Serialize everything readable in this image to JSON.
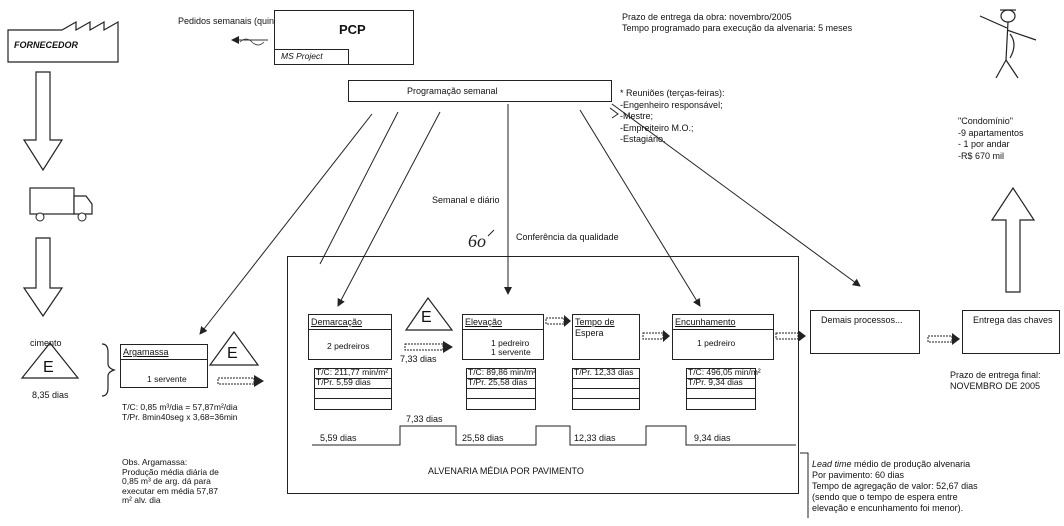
{
  "top": {
    "fornecedor": "FORNECEDOR",
    "pedidos": "Pedidos semanais (quintas-feiras)",
    "pcp": "PCP",
    "ms_project": "MS Project",
    "programacao": "Programação semanal",
    "prazo_obra": "Prazo de entrega da obra: novembro/2005",
    "tempo_prog": "Tempo programado para execução da alvenaria: 5 meses"
  },
  "reunioes": {
    "title": "* Reuniões (terças-feiras):",
    "items": [
      "-Engenheiro responsável;",
      "-Mestre;",
      "-Empreiteiro M.O.;",
      "-Estagiário."
    ]
  },
  "condominio": {
    "lines": [
      "\"Condomínio\"",
      "-9 apartamentos",
      "- 1 por andar",
      "-R$ 670 mil"
    ]
  },
  "middle": {
    "semanal_diario": "Semanal e diário",
    "conferencia": "Conferência da qualidade",
    "cimento": "cimento",
    "estoque_letter": "E",
    "estoque_cimento_dias": "8,35 dias",
    "estoque_demarcacao_dias": "7,33 dias",
    "timeline_top": "7,33 dias",
    "alvenaria_label": "ALVENARIA MÉDIA POR PAVIMENTO"
  },
  "processes": {
    "argamassa": {
      "title": "Argamassa",
      "worker": "1 servente",
      "tc": "T/C: 0,85 m³/dia = 57,87m²/dia",
      "tpr": "T/Pr. 8min40seg x 3,68=36min"
    },
    "demarcacao": {
      "title": "Demarcação",
      "worker": "2 pedreiros",
      "tc": "T/C: 211,77 min/m²",
      "tpr": "T/Pr. 5,59 dias"
    },
    "elevacao": {
      "title": "Elevação",
      "worker1": "1 pedreiro",
      "worker2": "1 servente",
      "tc": "T/C: 89,86 min/m²",
      "tpr": "T/Pr. 25,58 dias"
    },
    "espera": {
      "title": "Tempo de",
      "title2": "Espera",
      "tpr": "T/Pr. 12,33 dias"
    },
    "encunhamento": {
      "title": "Encunhamento",
      "worker": "1 pedreiro",
      "tc": "T/C: 496,05 min/m²",
      "tpr": "T/Pr. 9,34 dias"
    },
    "demais": {
      "title": "Demais processos..."
    },
    "entrega": {
      "title": "Entrega das chaves"
    }
  },
  "timeline": {
    "values": [
      "5,59 dias",
      "25,58 dias",
      "12,33 dias",
      "9,34 dias"
    ]
  },
  "obs": {
    "text": "Obs. Argamassa: Produção média diária de 0,85 m³ de arg. dá para executar em média 57,87 m² alv. dia"
  },
  "prazo_final": {
    "text": "Prazo de entrega final: NOVEMBRO DE 2005"
  },
  "lead": {
    "title_it": "Lead time",
    "title_rest": " médio de produção alvenaria",
    "l1": "Por pavimento: 60 dias",
    "l2": "Tempo de agregação de valor: 52,67 dias",
    "l3": "(sendo que o tempo de espera entre",
    "l4": "elevação e encunhamento foi menor)."
  }
}
